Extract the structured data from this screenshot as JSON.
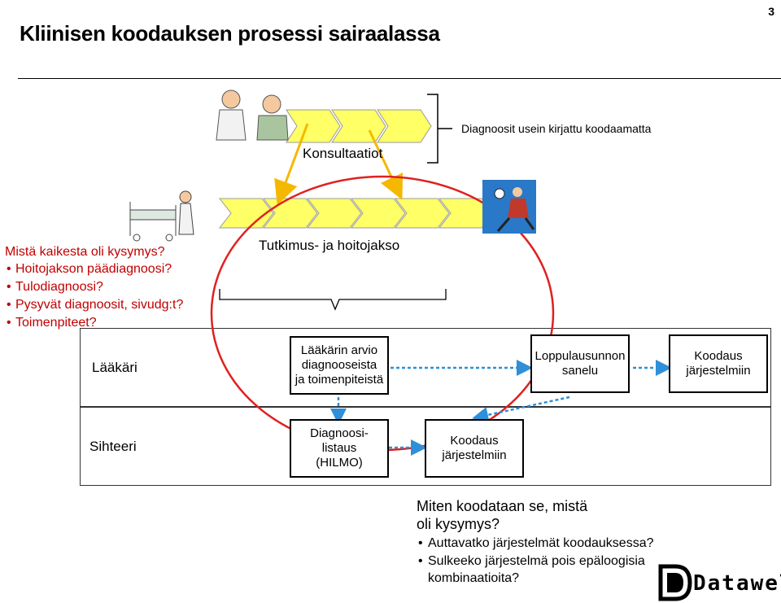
{
  "page_number": "3",
  "title": "Kliinisen koodauksen prosessi sairaalassa",
  "consult": {
    "label": "Konsultaatiot",
    "brace_note": "Diagnoosit usein kirjattu koodaamatta"
  },
  "treatment": {
    "label": "Tutkimus- ja hoitojakso"
  },
  "questions_top": {
    "heading": "Mistä kaikesta oli kysymys?",
    "items": [
      "Hoitojakson päädiagnoosi?",
      "Tulodiagnoosi?",
      "Pysyvät diagnoosit, sivudg:t?",
      "Toimenpiteet?"
    ]
  },
  "lanes": {
    "doctor": {
      "label": "Lääkäri",
      "assessment": [
        "Lääkärin arvio",
        "diagnooseista",
        "ja toimenpiteistä"
      ],
      "dictation": [
        "Loppulausunnon",
        "sanelu"
      ],
      "coding": [
        "Koodaus",
        "järjestelmiin"
      ]
    },
    "secretary": {
      "label": "Sihteeri",
      "listing": [
        "Diagnoosi-",
        "listaus",
        "(HILMO)"
      ],
      "coding": [
        "Koodaus",
        "järjestelmiin"
      ]
    }
  },
  "questions_bottom": {
    "heading": [
      "Miten koodataan se, mistä",
      "oli kysymys?"
    ],
    "items": [
      "Auttavatko järjestelmät koodauksessa?",
      "Sulkeeko järjestelmä pois epäloogisia"
    ],
    "continuation": "kombinaatioita?"
  },
  "logo": {
    "text": "Datawell",
    "mark": "D"
  },
  "colors": {
    "red": "#c00000",
    "chevron_fill": "#ffff66",
    "arrow_blue": "#2f8fd8",
    "ellipse_red": "#e02020",
    "orange_arrow": "#f5b800"
  }
}
